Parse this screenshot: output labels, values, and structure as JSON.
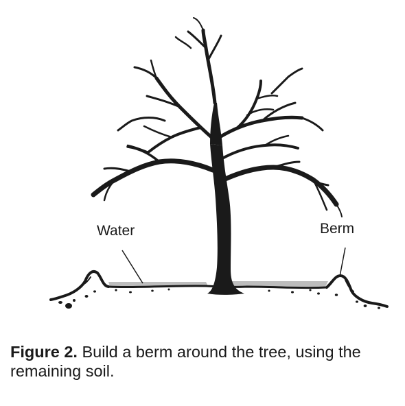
{
  "labels": {
    "water": "Water",
    "berm": "Berm"
  },
  "caption": {
    "label": "Figure 2.",
    "text": " Build a berm around the tree, using the remaining soil."
  },
  "colors": {
    "ink": "#1a1a1a",
    "water": "#bdbdbd",
    "background": "#ffffff"
  },
  "icons": {
    "tree": "bare-tree-icon"
  }
}
